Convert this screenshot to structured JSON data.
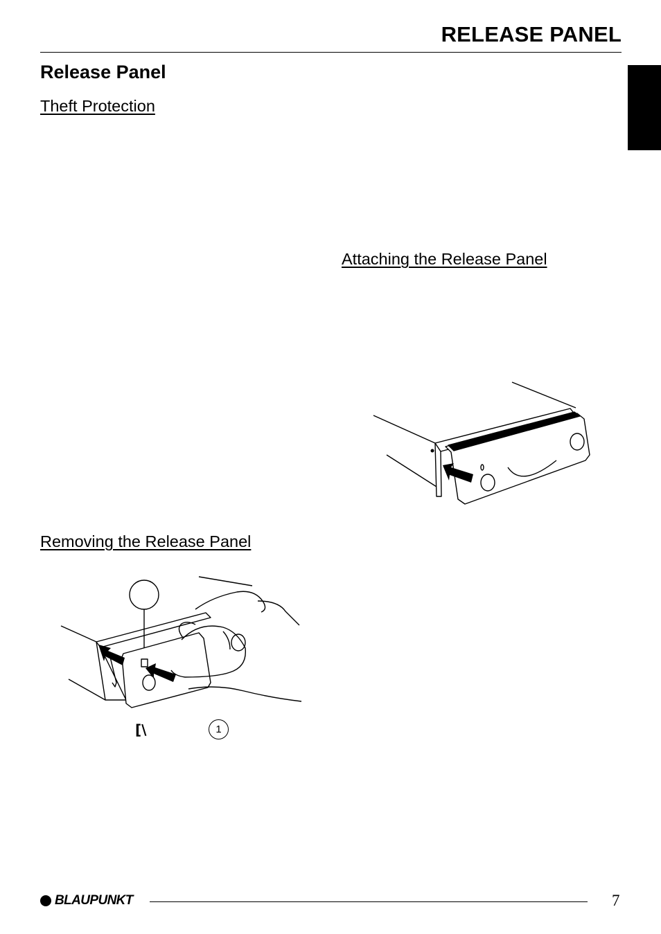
{
  "header": {
    "title": "RELEASE PANEL"
  },
  "section": {
    "title": "Release Panel"
  },
  "subheads": {
    "theft": "Theft Protection",
    "attach": "Attaching the Release Panel",
    "remove": "Removing the Release Panel"
  },
  "figure_remove": {
    "key_symbol": "[\\",
    "callout": "1"
  },
  "footer": {
    "brand": "BLAUPUNKT",
    "page_number": "7"
  },
  "colors": {
    "ink": "#000000",
    "paper": "#ffffff"
  }
}
